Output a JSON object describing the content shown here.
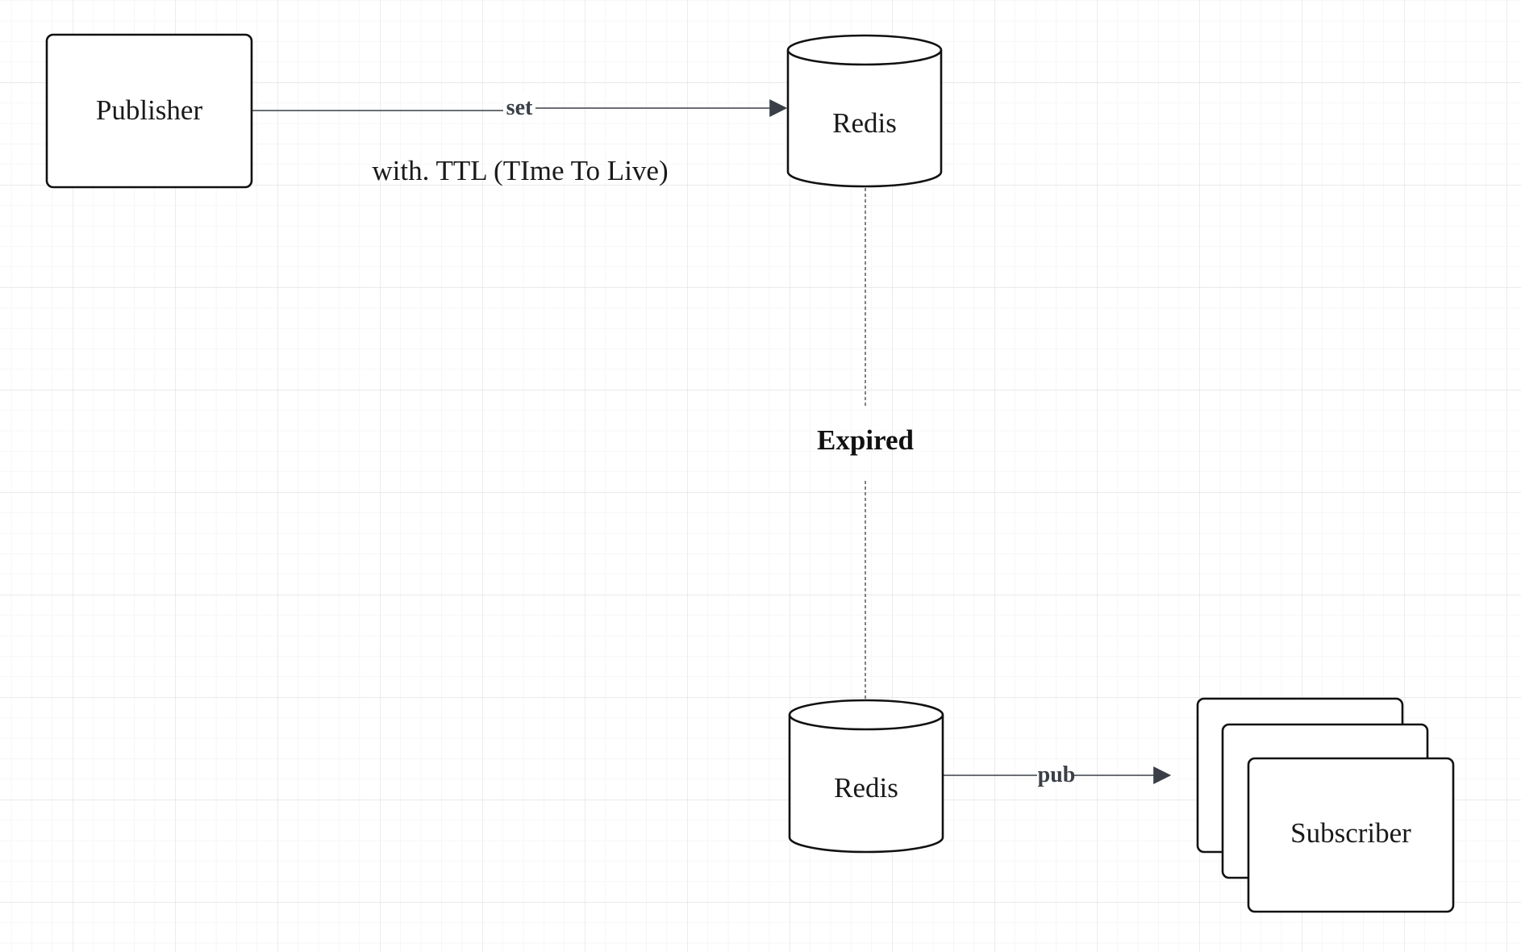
{
  "colors": {
    "background": "#ffffff",
    "grid_minor": "#efefef",
    "grid_major": "#dedede",
    "stroke": "#111111",
    "edge": "#3a3f47"
  },
  "nodes": {
    "publisher": {
      "label": "Publisher"
    },
    "redis_top": {
      "label": "Redis"
    },
    "redis_bottom": {
      "label": "Redis"
    },
    "subscriber": {
      "label": "Subscriber"
    }
  },
  "edges": {
    "set": {
      "label": "set"
    },
    "pub": {
      "label": "pub"
    }
  },
  "notes": {
    "ttl": "with. TTL (TIme To Live)",
    "expired": "Expired"
  }
}
